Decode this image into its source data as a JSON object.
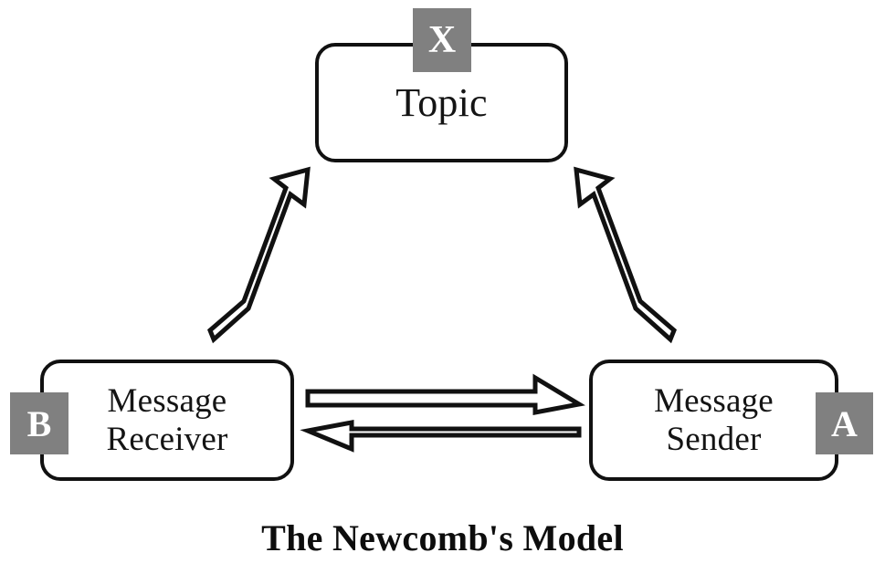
{
  "diagram": {
    "caption": "The Newcomb's Model",
    "accent_gray": "#808080",
    "stroke_color": "#111111",
    "background": "#ffffff",
    "nodes": [
      {
        "id": "topic",
        "label": "Topic",
        "badge": "X"
      },
      {
        "id": "receiver",
        "label_line1": "Message",
        "label_line2": "Receiver",
        "badge": "B"
      },
      {
        "id": "sender",
        "label_line1": "Message",
        "label_line2": "Sender",
        "badge": "A"
      }
    ],
    "edges": [
      {
        "id": "receiver-to-topic",
        "from": "B",
        "to": "X",
        "style": "hollow-block-arrow",
        "direction": "up-right"
      },
      {
        "id": "sender-to-topic",
        "from": "A",
        "to": "X",
        "style": "hollow-block-arrow",
        "direction": "up-left"
      },
      {
        "id": "receiver-to-sender",
        "from": "B",
        "to": "A",
        "style": "hollow-block-arrow",
        "direction": "right"
      },
      {
        "id": "sender-to-receiver",
        "from": "A",
        "to": "B",
        "style": "hollow-block-arrow",
        "direction": "left"
      }
    ]
  }
}
